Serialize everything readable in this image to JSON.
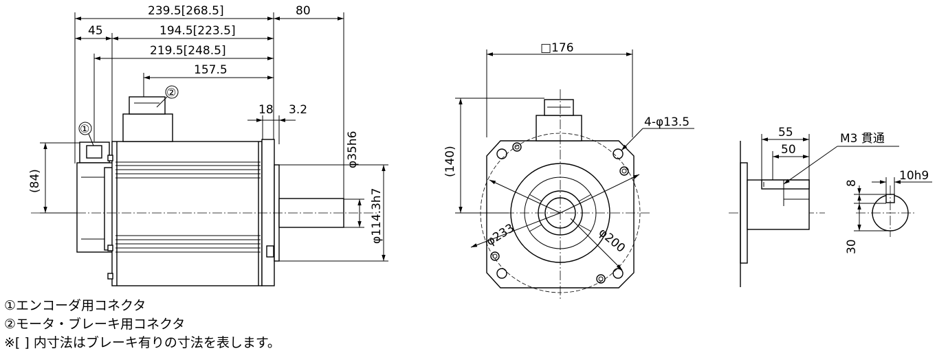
{
  "side_view": {
    "dims": {
      "overall": "239.5[268.5]",
      "shaft": "80",
      "encoder_offset": "45",
      "body1": "194.5[223.5]",
      "body2": "219.5[248.5]",
      "connector_pos": "157.5",
      "flange_thick": "18",
      "spigot": "3.2",
      "shaft_dia": "φ35h6",
      "spigot_dia": "φ114.3h7",
      "height": "(84)"
    },
    "markers": {
      "encoder": "①",
      "power": "②"
    }
  },
  "front_view": {
    "dims": {
      "square": "□176",
      "holes": "4-φ13.5",
      "height": "(140)",
      "pcd": "φ233",
      "bore": "φ200"
    }
  },
  "shaft_detail": {
    "dims": {
      "key_len": "55",
      "key_len2": "50",
      "tap": "M3 貫通"
    }
  },
  "shaft_section": {
    "dims": {
      "key_width": "10h9",
      "depth": "8",
      "height": "30"
    }
  },
  "notes": [
    "①エンコーダ用コネクタ",
    "②モータ・ブレーキ用コネクタ",
    "※[ ] 内寸法はブレーキ有りの寸法を表します。"
  ]
}
